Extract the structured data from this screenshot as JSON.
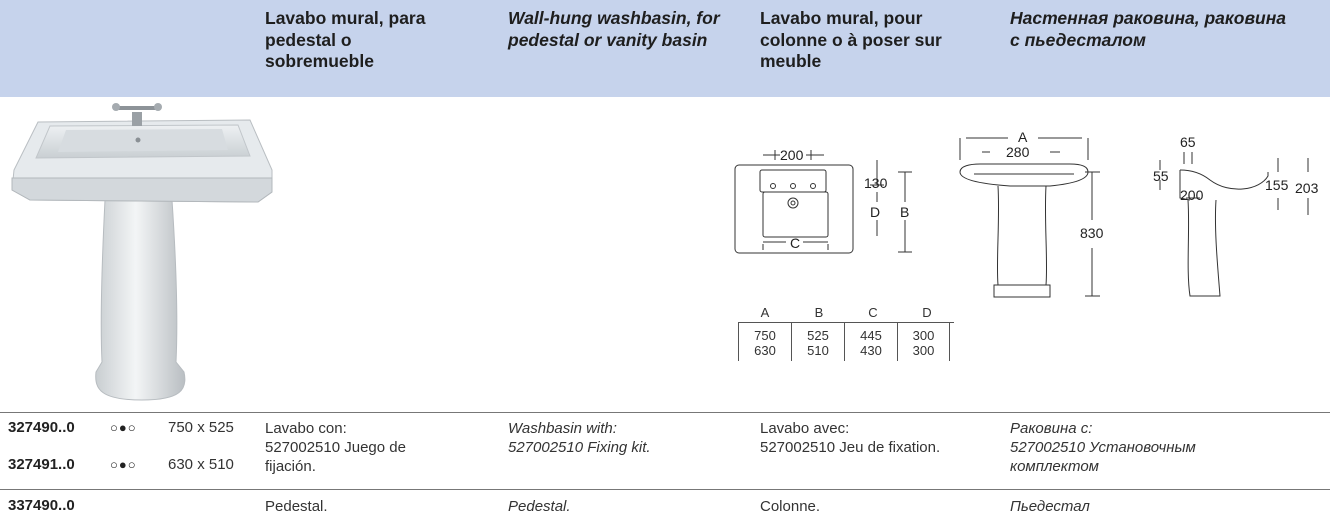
{
  "header": {
    "es": "Lavabo mural, para pedestal o sobremueble",
    "en": "Wall-hung washbasin, for pedestal or vanity basin",
    "fr": "Lavabo mural, pour colonne o à poser sur meuble",
    "ru": "Настенная раковина, раковина с пьедесталом"
  },
  "drawing": {
    "front": {
      "d200": "200",
      "d130": "130",
      "dD": "D",
      "dB": "B",
      "dC": "C"
    },
    "side": {
      "dA": "A",
      "d280": "280",
      "d830": "830"
    },
    "section": {
      "d65": "65",
      "d55": "55",
      "d155": "155",
      "d203": "203",
      "d200": "200"
    }
  },
  "dim_table": {
    "headers": [
      "A",
      "B",
      "C",
      "D"
    ],
    "rows": [
      [
        "750",
        "525",
        "445",
        "300"
      ],
      [
        "630",
        "510",
        "430",
        "300"
      ]
    ]
  },
  "products": [
    {
      "code": "327490..0",
      "dots": "○●○",
      "size": "750 x 525"
    },
    {
      "code": "327491..0",
      "dots": "○●○",
      "size": "630 x 510"
    },
    {
      "code": "337490..0"
    }
  ],
  "desc1": {
    "es": [
      "Lavabo con:",
      "527002510 Juego de",
      "fijación."
    ],
    "en": [
      "Washbasin with:",
      "527002510 Fixing kit."
    ],
    "fr": [
      "Lavabo avec:",
      "527002510 Jeu de fixation."
    ],
    "ru": [
      "Раковина с:",
      "527002510 Установочным",
      "комплектом"
    ]
  },
  "desc2": {
    "es": "Pedestal.",
    "en": "Pedestal.",
    "fr": "Colonne.",
    "ru": "Пьедестал"
  }
}
